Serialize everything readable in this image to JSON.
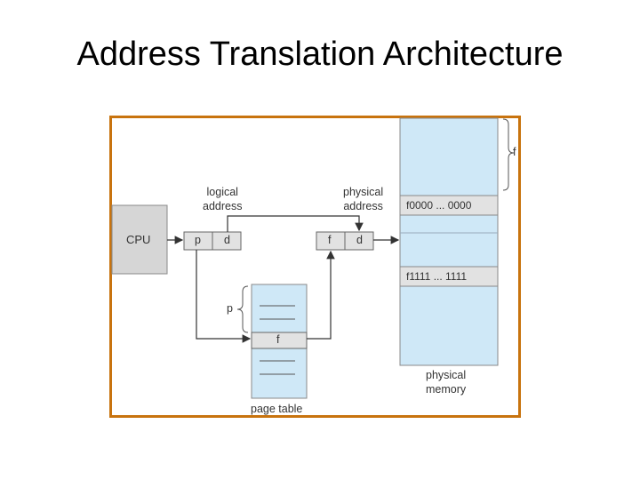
{
  "slide": {
    "title": "Address Translation Architecture"
  },
  "diagram": {
    "cpu_label": "CPU",
    "logical_address_label": "logical\naddress",
    "physical_address_label": "physical\naddress",
    "logical_p": "p",
    "logical_d": "d",
    "physical_f": "f",
    "physical_d": "d",
    "page_table_label": "page table",
    "page_table_entry": "f",
    "page_index_label": "p",
    "frame_start_label": "f0000 ... 0000",
    "frame_end_label": "f1111 ... 1111",
    "physical_memory_label": "physical\nmemory",
    "frame_brace_label": "f",
    "colors": {
      "frame_border": "#c8730e",
      "memory_fill": "#cfe8f7",
      "box_fill": "#e2e2e2",
      "cpu_fill": "#d6d6d6"
    }
  }
}
